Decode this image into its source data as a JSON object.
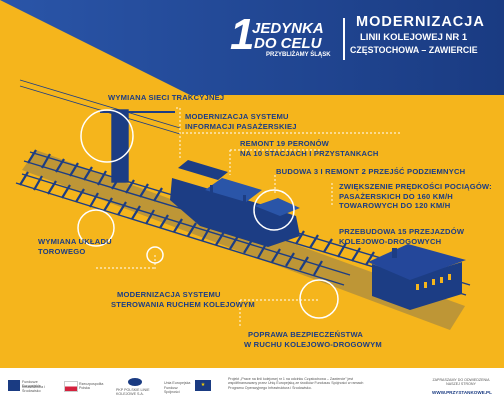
{
  "header": {
    "logo": {
      "jedynka": "JEDYNKA",
      "docelu": "DO CELU",
      "tagline": "PRZYBLIŻAMY ŚLĄSK",
      "digit": "1"
    },
    "title_line1": "MODERNIZACJA",
    "title_line2": "LINII KOLEJOWEJ NR 1",
    "title_line3": "CZĘSTOCHOWA – ZAWIERCIE"
  },
  "labels": {
    "wymiana_sieci": "WYMIANA SIECI TRAKCYJNEJ",
    "modernizacja_info_1": "MODERNIZACJA SYSTEMU",
    "modernizacja_info_2": "INFORMACJI PASAŻERSKIEJ",
    "remont_peronow_1": "REMONT 19 PERONÓW",
    "remont_peronow_2": "NA 10 STACJACH I PRZYSTANKACH",
    "budowa_przejsc": "BUDOWA 3 I REMONT 2 PRZEJŚĆ PODZIEMNYCH",
    "predkosc_1": "ZWIĘKSZENIE PRĘDKOŚCI POCIĄGÓW:",
    "predkosc_2": "PASAŻERSKICH DO 160 KM/H",
    "predkosc_3": "TOWAROWYCH DO 120 KM/H",
    "przebudowa_1": "PRZEBUDOWA 15 PRZEJAZDÓW",
    "przebudowa_2": "KOLEJOWO-DROGOWYCH",
    "wymiana_ukladu_1": "WYMIANA UKŁADU",
    "wymiana_ukladu_2": "TOROWEGO",
    "sterowanie_1": "MODERNIZACJA SYSTEMU",
    "sterowanie_2": "STEROWANIA RUCHEM KOLEJOWYM",
    "bezpieczenstwo_1": "POPRAWA BEZPIECZEŃSTWA",
    "bezpieczenstwo_2": "W RUCHU KOLEJOWO-DROGOWYM"
  },
  "footer": {
    "logo1": "Fundusze Europejskie",
    "logo1_sub": "Infrastruktura i Środowisko",
    "logo2": "Rzeczpospolita Polska",
    "logo3": "PKP POLSKIE LINIE KOLEJOWE S.A.",
    "logo4": "Unia Europejska",
    "logo4_sub": "Fundusz Spójności",
    "text": "Projekt „Prace na linii kolejowej nr 1 na odcinku Częstochowa – Zawiercie” jest współfinansowany przez Unię Europejską ze środków Funduszu Spójności w ramach Programu Operacyjnego Infrastruktura i Środowisko.",
    "right_text": "ZAPRASZAMY DO ODWIEDZENIA NASZEJ STRONY",
    "url": "WWW.PRZYSTANKOWE.PL"
  },
  "colors": {
    "yellow": "#f5b51c",
    "navy": "#1c3d84",
    "blue_dark": "#1a3b82",
    "white": "#ffffff"
  }
}
